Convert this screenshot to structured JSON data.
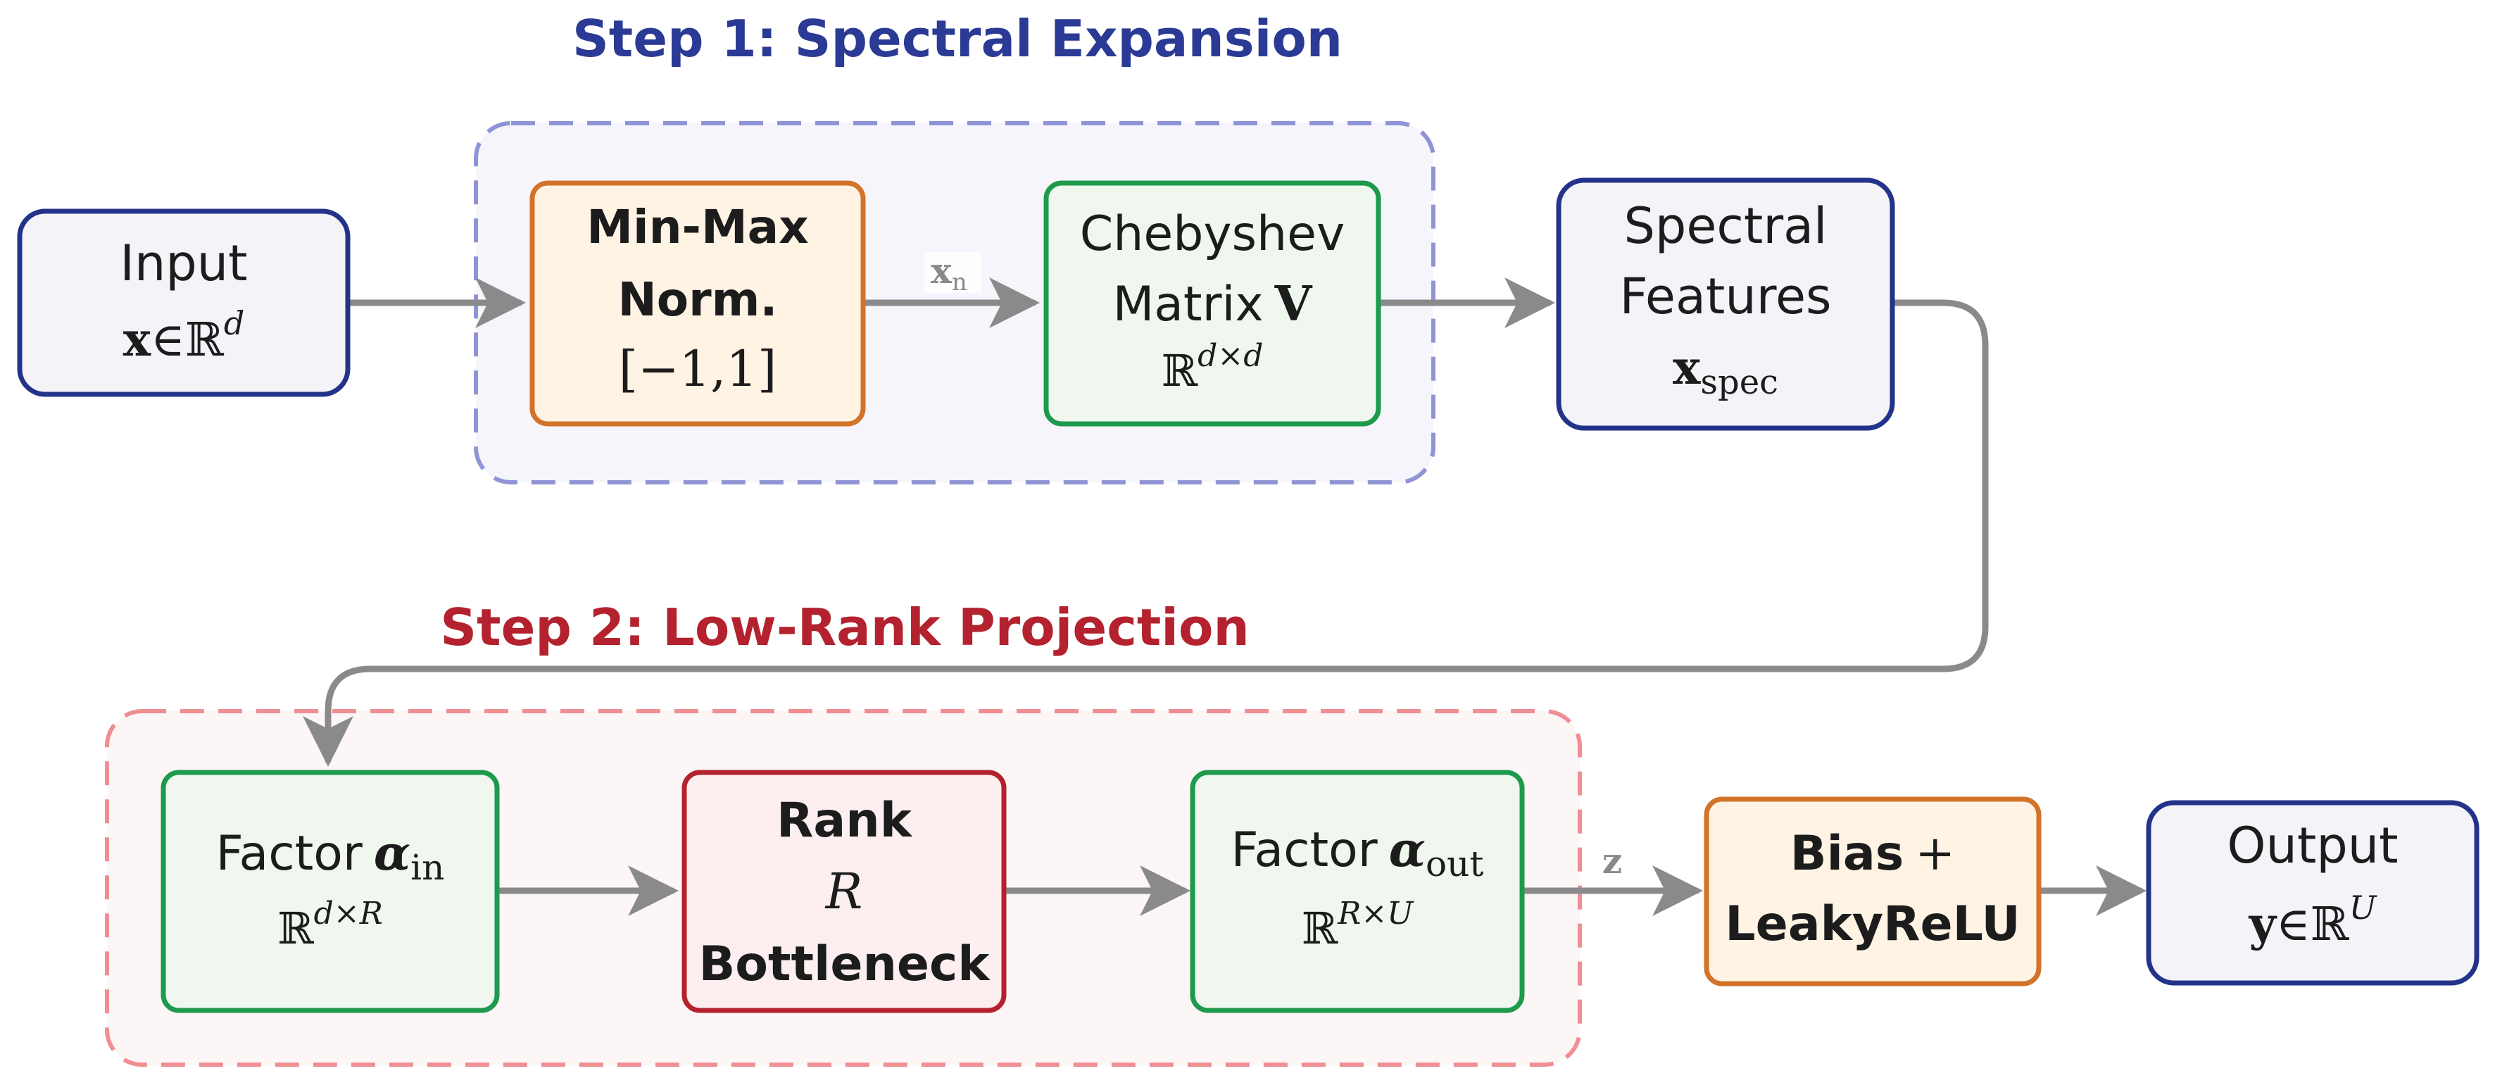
{
  "colors": {
    "blue_stroke": "#24338a",
    "blue_fill": "#f3f3f8",
    "orange_stroke": "#d2732a",
    "orange_fill": "#fff3e4",
    "green_stroke": "#1d9a4c",
    "green_fill": "#f0f7ef",
    "red_stroke": "#b3222e",
    "red_fill": "#fdeff0",
    "step1_color": "#2a3a95",
    "step2_color": "#b3222e",
    "group1_border": "#8f94d6",
    "group1_fill": "#f5f5fb",
    "group2_border": "#f08f93",
    "group2_fill": "#fdf6f6",
    "arrow": "#8a8a8a",
    "text": "#1c1c1c"
  },
  "step1": {
    "title": "Step 1: Spectral Expansion"
  },
  "step2": {
    "title": "Step 2: Low-Rank Projection"
  },
  "nodes": {
    "input": {
      "line1": "Input",
      "var": "x",
      "rel": "∈",
      "set": "ℝ",
      "sup": "d"
    },
    "minmax": {
      "line1": "Min-Max",
      "line2": "Norm.",
      "line3": "[−1,1]"
    },
    "cheb": {
      "line1": "Chebyshev",
      "line2": "Matrix",
      "var": "V",
      "set": "ℝ",
      "sup": "d×d"
    },
    "spectral": {
      "line1": "Spectral",
      "line2": "Features",
      "var": "x",
      "sub": "spec"
    },
    "factor_in": {
      "line1": "Factor",
      "var": "α",
      "sub": "in",
      "set": "ℝ",
      "sup": "d×R"
    },
    "rank": {
      "line1": "Rank",
      "var": "R",
      "line3": "Bottleneck"
    },
    "factor_out": {
      "line1": "Factor",
      "var": "α",
      "sub": "out",
      "set": "ℝ",
      "sup": "R×U"
    },
    "bias": {
      "line1": "Bias",
      "op": "+",
      "line2": "LeakyReLU"
    },
    "output": {
      "line1": "Output",
      "var": "y",
      "rel": "∈",
      "set": "ℝ",
      "sup": "U"
    }
  },
  "edges": {
    "xn": {
      "var": "x",
      "sub": "n"
    },
    "z": {
      "var": "z"
    }
  }
}
